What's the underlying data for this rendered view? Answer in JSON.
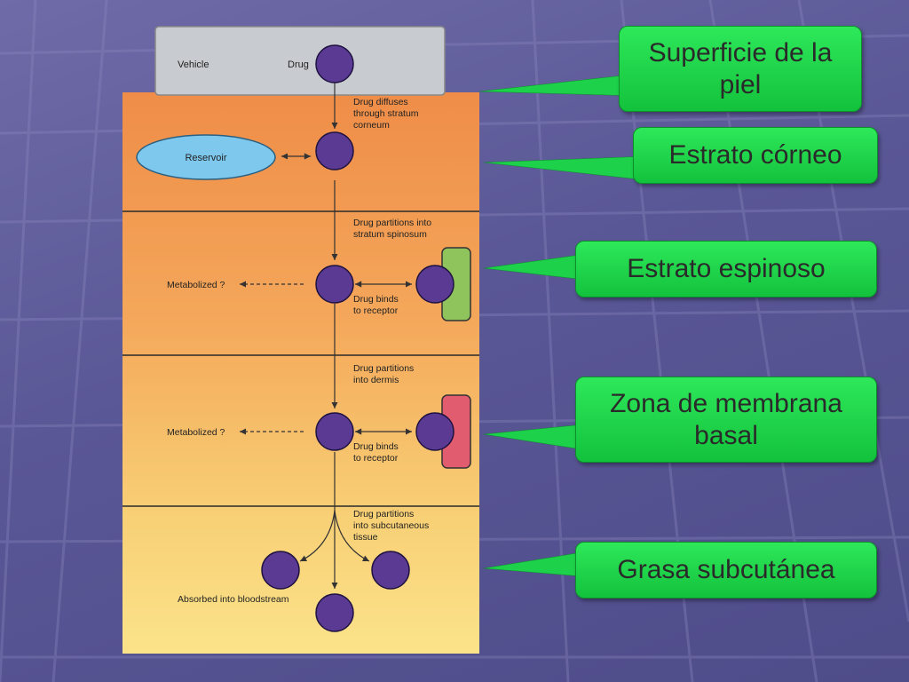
{
  "diagram": {
    "vehicle": {
      "label": "Vehicle",
      "drug_label": "Drug"
    },
    "steps": {
      "diffuse": [
        "Drug diffuses",
        "through stratum",
        "corneum"
      ],
      "spinosum": [
        "Drug partitions into",
        "stratum spinosum"
      ],
      "dermis": [
        "Drug partitions",
        "into dermis"
      ],
      "subcutaneous": [
        "Drug partitions",
        "into subcutaneous",
        "tissue"
      ]
    },
    "reservoir": "Reservoir",
    "metabolized": "Metabolized ?",
    "binds": [
      "Drug binds",
      "to receptor"
    ],
    "absorbed": "Absorbed into bloodstream"
  },
  "callouts": {
    "surface": [
      "Superficie de la",
      "piel"
    ],
    "corneum": "Estrato córneo",
    "spinosum": "Estrato espinoso",
    "basal": [
      "Zona de membrana",
      "basal"
    ],
    "fat": "Grasa subcutánea"
  },
  "colors": {
    "drug": "#5b3a93",
    "reservoir": "#7ec8ee",
    "receptor_spinosum": "#8fc35c",
    "receptor_dermis": "#e05c6e",
    "callout": "#1ed14a"
  }
}
